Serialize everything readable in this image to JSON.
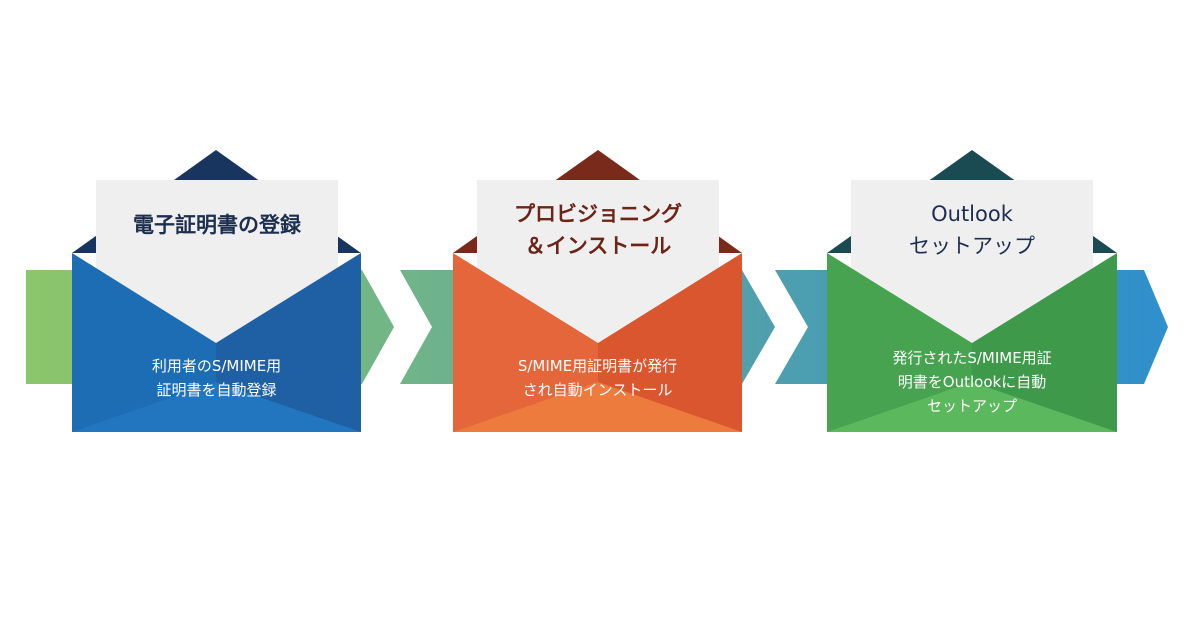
{
  "steps": [
    {
      "title_lines": [
        "電子証明書の登録"
      ],
      "description_lines": [
        "利用者のS/MIME用",
        "証明書を自動登録"
      ],
      "title_color": "#1c2f4f",
      "flap_color": "#17355e",
      "envelope_top_color": "#1f5fa3",
      "envelope_side_color": "#1d6db5",
      "envelope_bottom_color": "#2276c0"
    },
    {
      "title_lines": [
        "プロビジョニング",
        "＆インストール"
      ],
      "description_lines": [
        "S/MIME用証明書が発行",
        "され自動インストール"
      ],
      "title_color": "#6b2416",
      "flap_color": "#7a2a1a",
      "envelope_top_color": "#d9562f",
      "envelope_side_color": "#e4663a",
      "envelope_bottom_color": "#ee7b3e"
    },
    {
      "title_lines": [
        "Outlook",
        "セットアップ"
      ],
      "description_lines": [
        "発行されたS/MIME用証",
        "明書をOutlookに自動",
        "セットアップ"
      ],
      "title_color": "#1c2f4f",
      "flap_color": "#1a4a52",
      "envelope_top_color": "#3e9a4a",
      "envelope_side_color": "#47a34f",
      "envelope_bottom_color": "#5cb85c"
    }
  ],
  "band_colors": [
    "#8cc66a",
    "#6fb38a",
    "#4f9fae",
    "#2f8fcc"
  ],
  "card_background": "#efefef"
}
